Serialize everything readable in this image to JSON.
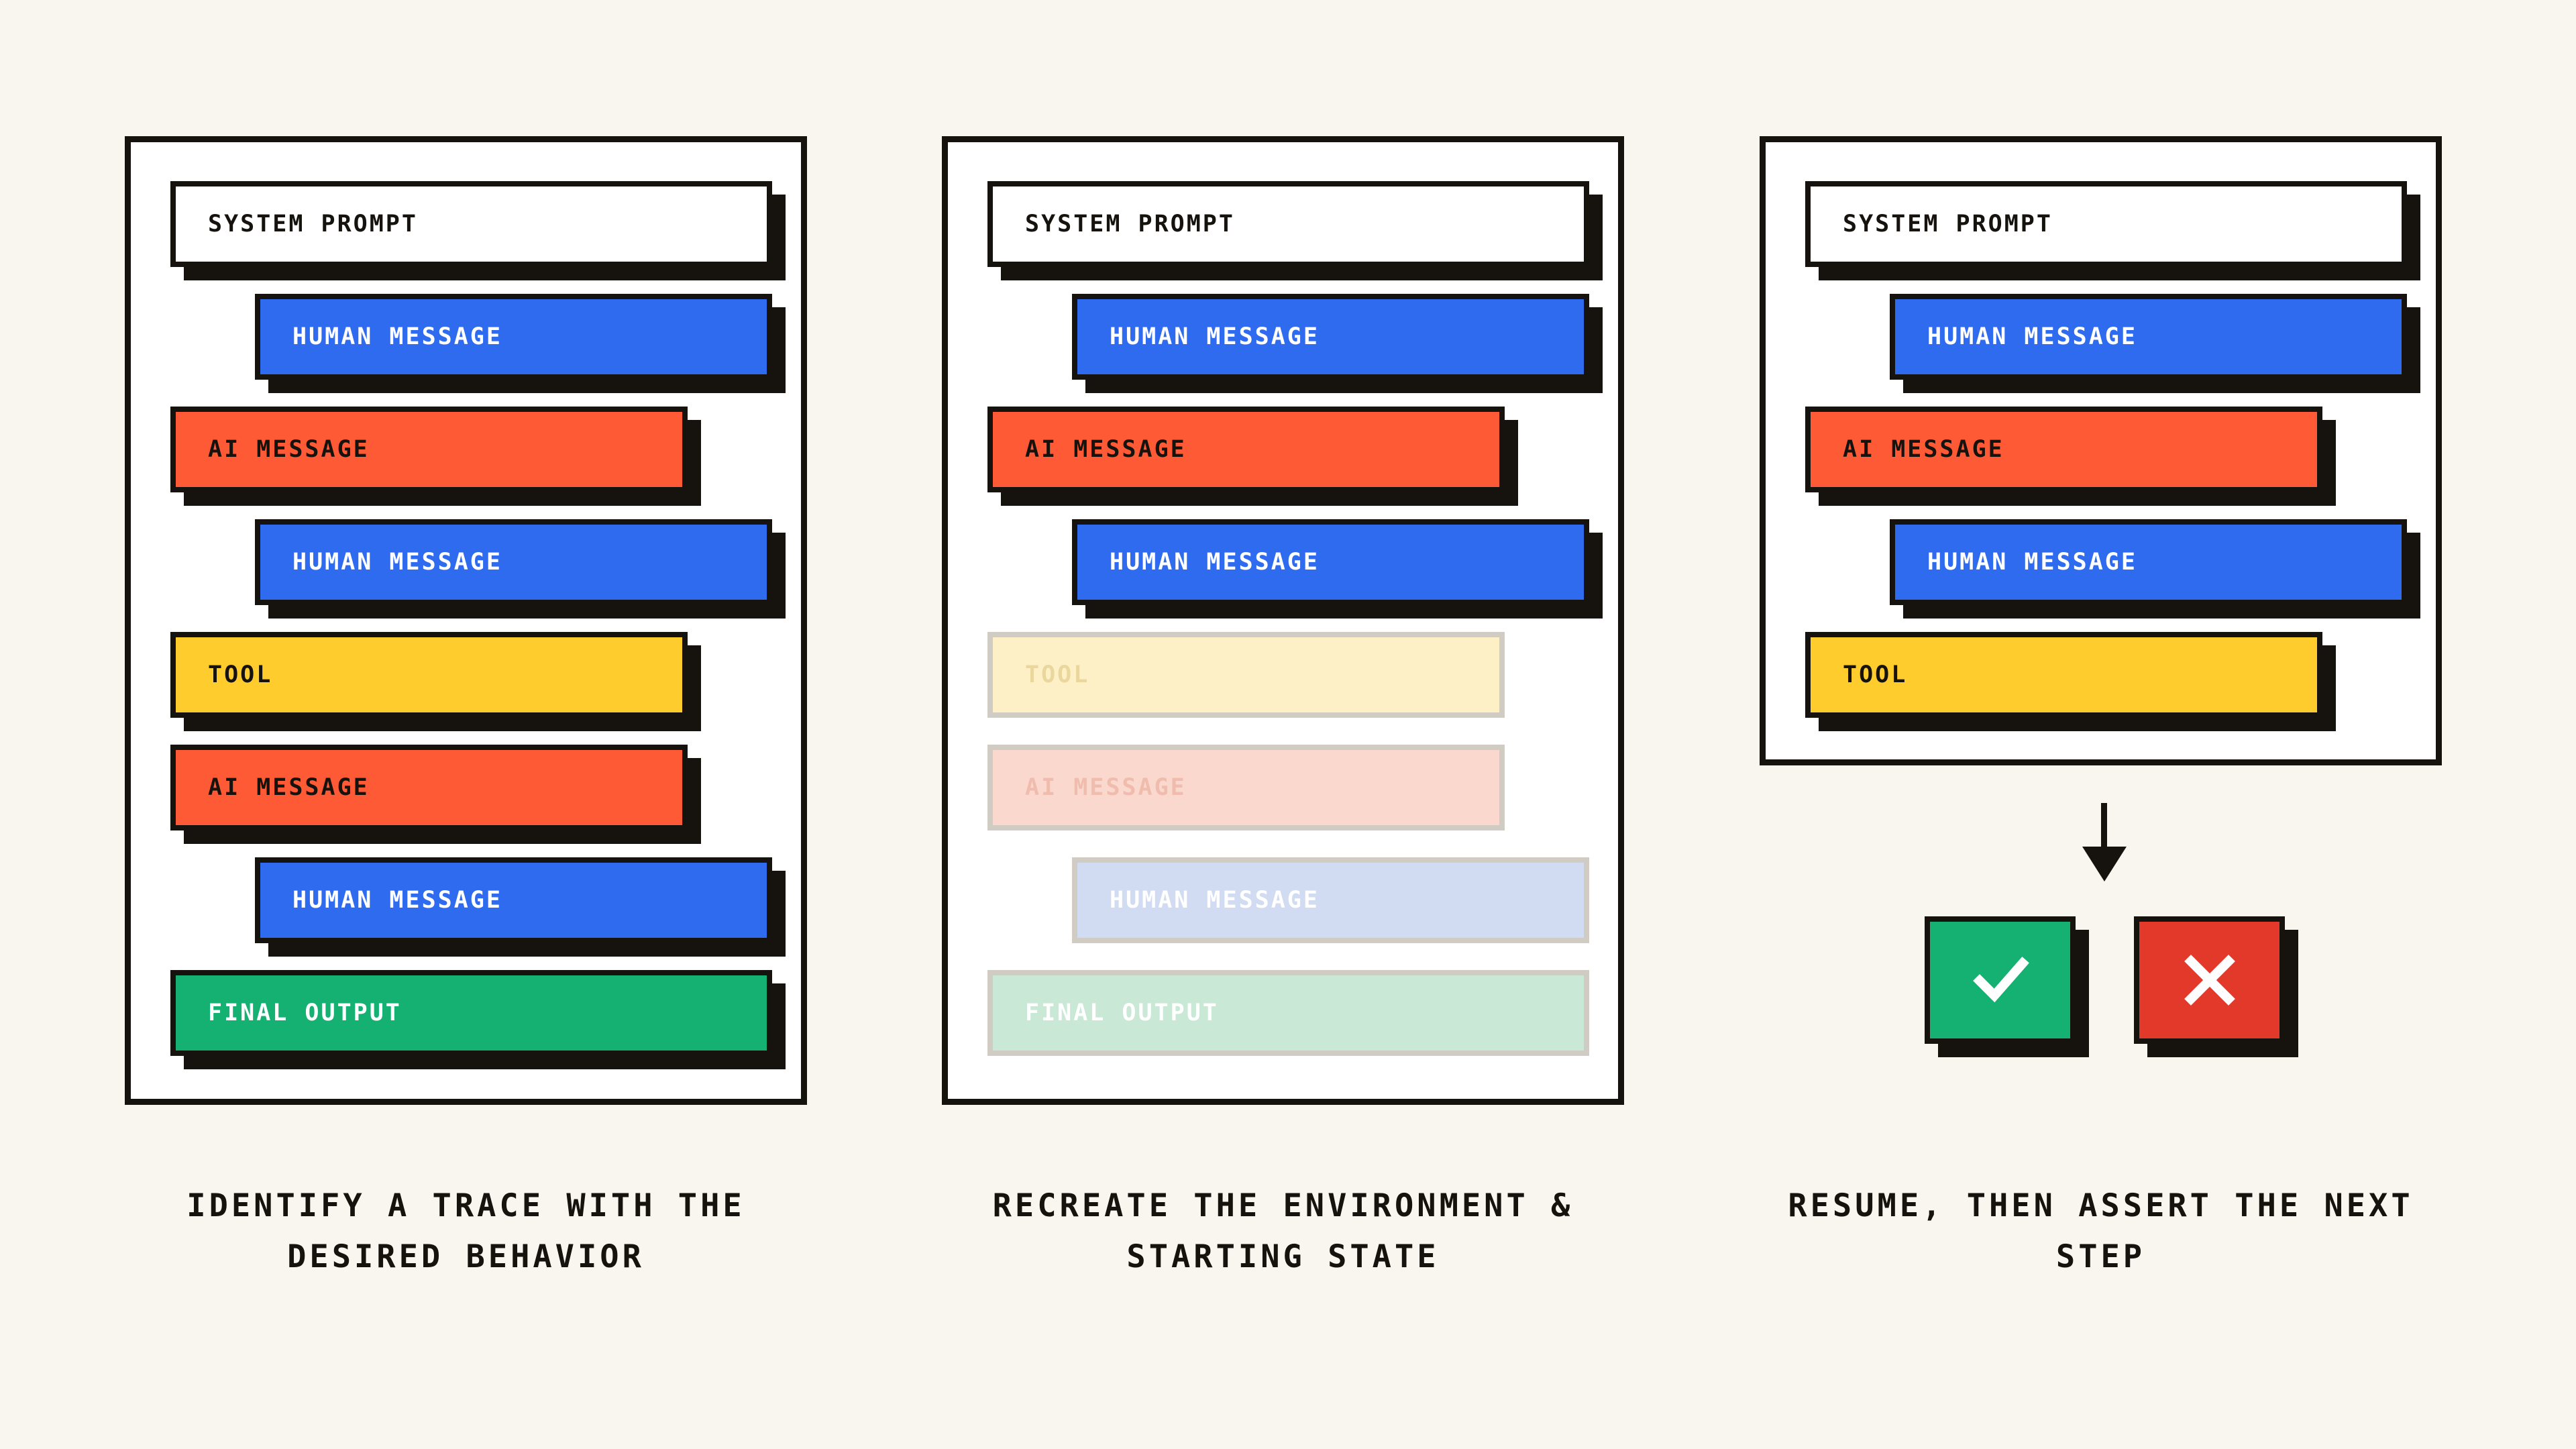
{
  "panels": [
    {
      "blocks": [
        {
          "label": "SYSTEM PROMPT"
        },
        {
          "label": "HUMAN MESSAGE"
        },
        {
          "label": "AI MESSAGE"
        },
        {
          "label": "HUMAN MESSAGE"
        },
        {
          "label": "TOOL"
        },
        {
          "label": "AI MESSAGE"
        },
        {
          "label": "HUMAN MESSAGE"
        },
        {
          "label": "FINAL OUTPUT"
        }
      ],
      "caption": {
        "line1": "IDENTIFY A TRACE WITH THE",
        "line2": "DESIRED BEHAVIOR"
      }
    },
    {
      "blocks": [
        {
          "label": "SYSTEM PROMPT"
        },
        {
          "label": "HUMAN MESSAGE"
        },
        {
          "label": "AI MESSAGE"
        },
        {
          "label": "HUMAN MESSAGE"
        },
        {
          "label": "TOOL"
        },
        {
          "label": "AI MESSAGE"
        },
        {
          "label": "HUMAN MESSAGE"
        },
        {
          "label": "FINAL OUTPUT"
        }
      ],
      "caption": {
        "line1": "RECREATE THE ENVIRONMENT &",
        "line2": "STARTING STATE"
      }
    },
    {
      "blocks": [
        {
          "label": "SYSTEM PROMPT"
        },
        {
          "label": "HUMAN MESSAGE"
        },
        {
          "label": "AI MESSAGE"
        },
        {
          "label": "HUMAN MESSAGE"
        },
        {
          "label": "TOOL"
        }
      ],
      "caption": {
        "line1": "RESUME, THEN ASSERT THE NEXT",
        "line2": "STEP"
      }
    }
  ],
  "results": {
    "pass_icon": "checkmark-icon",
    "fail_icon": "x-mark-icon"
  },
  "colors": {
    "background": "#f9f6ef",
    "ink": "#16130f",
    "system": "#ffffff",
    "human": "#2f6bef",
    "ai": "#ff5a36",
    "tool": "#ffcc2e",
    "final": "#14b173",
    "pass": "#14b173",
    "fail": "#e2392b"
  }
}
